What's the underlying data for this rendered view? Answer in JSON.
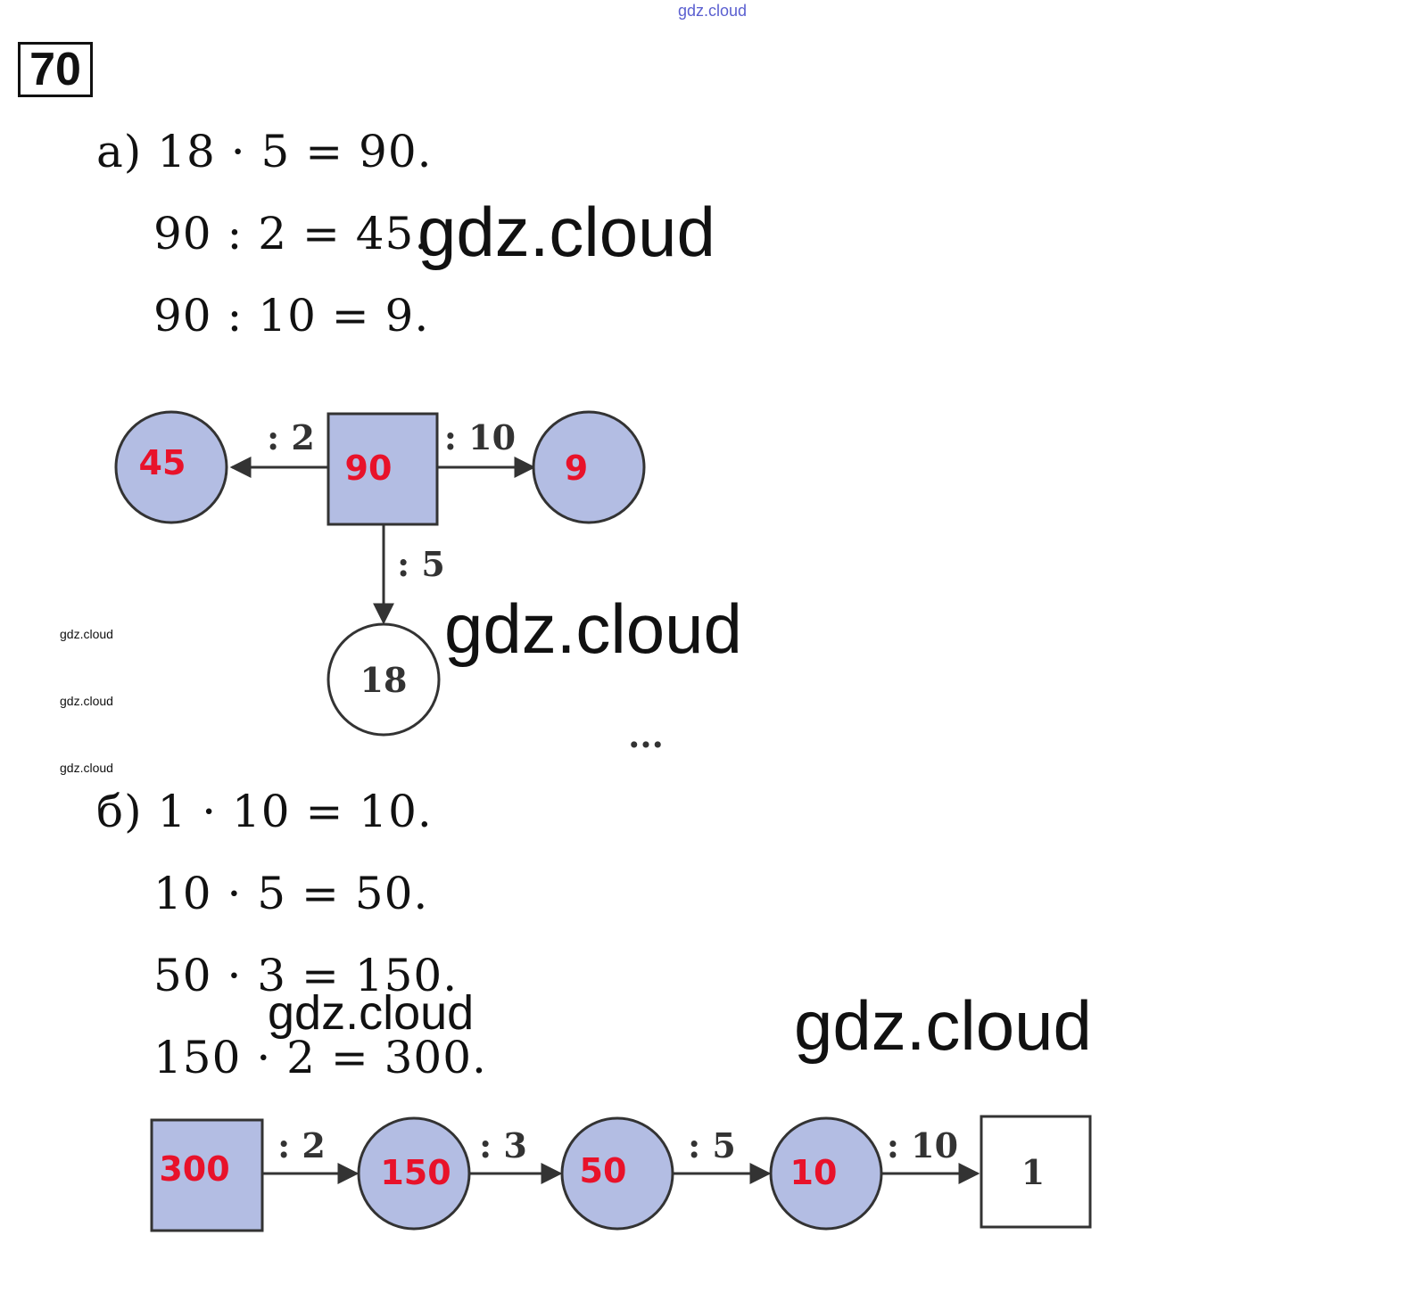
{
  "watermarks": {
    "top": "gdz.cloud",
    "big1": "gdz.cloud",
    "big2": "gdz.cloud",
    "big3": "gdz.cloud",
    "mid": "gdz.cloud",
    "small1": "gdz.cloud",
    "small2": "gdz.cloud",
    "small3": "gdz.cloud"
  },
  "problem_number": "70",
  "part_a": {
    "equations": [
      "а) 18 · 5 = 90.",
      "90 : 2 = 45.",
      "90 : 10 = 9."
    ],
    "diagram": {
      "left_circle": "45",
      "center_square": "90",
      "right_circle": "9",
      "bottom_circle": "18",
      "op_left": ": 2",
      "op_right": ": 10",
      "op_down": ": 5",
      "ellipsis": "..."
    }
  },
  "part_b": {
    "equations": [
      "б) 1 · 10 = 10.",
      "10 · 5 = 50.",
      "50 · 3 = 150.",
      "150 · 2 = 300."
    ],
    "chain": {
      "nodes": [
        "300",
        "150",
        "50",
        "10",
        "1"
      ],
      "ops": [
        ": 2",
        ": 3",
        ": 5",
        ": 10"
      ]
    }
  }
}
